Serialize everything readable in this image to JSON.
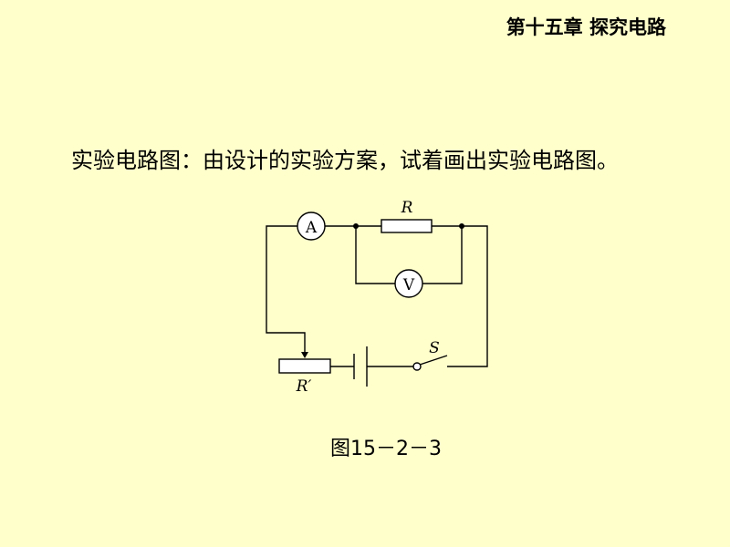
{
  "header": {
    "chapter_title": "第十五章  探究电路"
  },
  "instruction": "实验电路图：由设计的实验方案，试着画出实验电路图。",
  "circuit": {
    "ammeter_label": "A",
    "voltmeter_label": "V",
    "resistor_label": "R",
    "rheostat_label": "R′",
    "switch_label": "S"
  },
  "caption": "图15－2－3",
  "colors": {
    "background": "#FFFFCC",
    "stroke": "#000000"
  }
}
